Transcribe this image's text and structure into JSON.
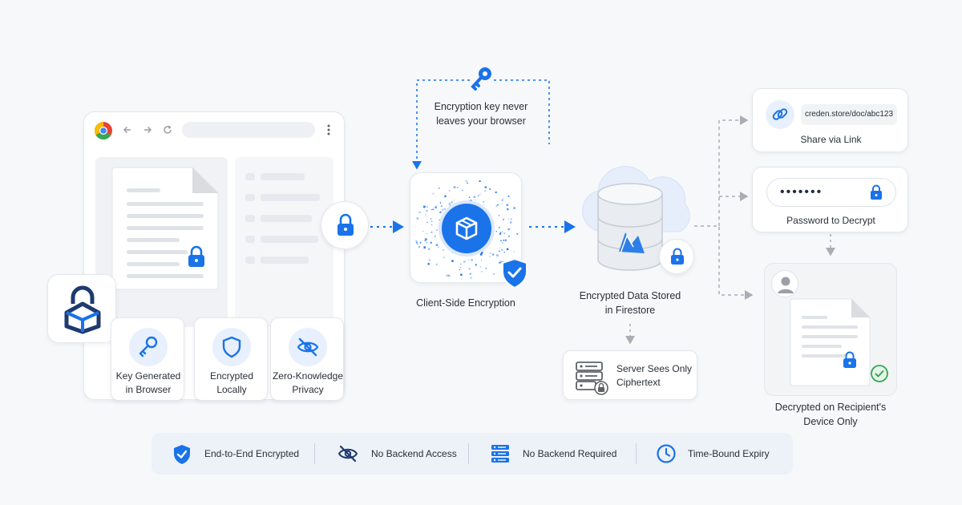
{
  "colors": {
    "accent": "#1a73e8",
    "accent_dark": "#1557b0",
    "card_border": "#e4e7ec",
    "connector_grey": "#a9adb4",
    "success": "#34a853",
    "background": "#f7f8fa"
  },
  "icons": {
    "browser": "chrome-logo-icon",
    "app_logo": "open-box-logo-icon",
    "key": "key-icon",
    "lock": "padlock-icon",
    "shield": "shield-check-icon",
    "eye_off": "eye-slash-icon",
    "database": "database-icon",
    "cloud": "cloud-icon",
    "server": "server-rack-icon",
    "link": "link-icon",
    "user": "user-avatar-icon",
    "clock": "clock-icon",
    "check": "check-circle-icon"
  },
  "browser_features": [
    {
      "line1": "Key Generated",
      "line2": "in Browser",
      "icon": "key-icon"
    },
    {
      "line1": "Encrypted",
      "line2": "Locally",
      "icon": "shield-icon"
    },
    {
      "line1": "Zero-Knowledge",
      "line2": "Privacy",
      "icon": "eye-slash-icon"
    }
  ],
  "key_note": {
    "line1": "Encryption key never",
    "line2": "leaves your browser"
  },
  "client_side": {
    "label": "Client-Side Encryption"
  },
  "storage": {
    "line1": "Encrypted Data Stored",
    "line2": "in Firestore"
  },
  "server": {
    "line1": "Server Sees Only",
    "line2": "Ciphertext"
  },
  "share": {
    "url": "creden.store/doc/abc123",
    "label": "Share via Link"
  },
  "password": {
    "masked": "•••••••",
    "label": "Password to Decrypt"
  },
  "recipient": {
    "line1": "Decrypted on Recipient's",
    "line2": "Device Only"
  },
  "footer": [
    {
      "label": "End-to-End Encrypted",
      "icon": "shield-check-icon"
    },
    {
      "label": "No Backend Access",
      "icon": "eye-slash-icon"
    },
    {
      "label": "No Backend Required",
      "icon": "server-rack-icon"
    },
    {
      "label": "Time-Bound Expiry",
      "icon": "clock-icon"
    }
  ]
}
